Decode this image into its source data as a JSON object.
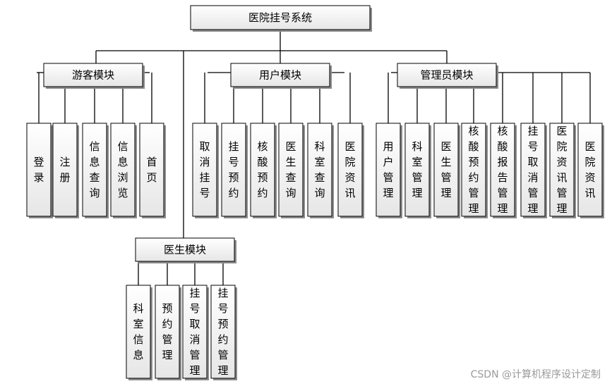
{
  "root": {
    "label": "医院挂号系统"
  },
  "modules": [
    {
      "label": "游客模块",
      "items": [
        "登录",
        "注册",
        "信息查询",
        "信息浏览",
        "首页"
      ]
    },
    {
      "label": "用户模块",
      "items": [
        "取消挂号",
        "挂号预约",
        "核酸预约",
        "医生查询",
        "科室查询",
        "医院资讯"
      ]
    },
    {
      "label": "管理员模块",
      "items": [
        "用户管理",
        "科室管理",
        "医生管理",
        "核酸预约管理",
        "核酸报告管理",
        "挂号取消管理",
        "医院资讯管理",
        "医院资讯"
      ]
    },
    {
      "label": "医生模块",
      "items": [
        "科室信息",
        "预约管理",
        "挂号取消管理",
        "挂号预约管理"
      ]
    }
  ],
  "watermark": "CSDN @计算机程序设计定制"
}
